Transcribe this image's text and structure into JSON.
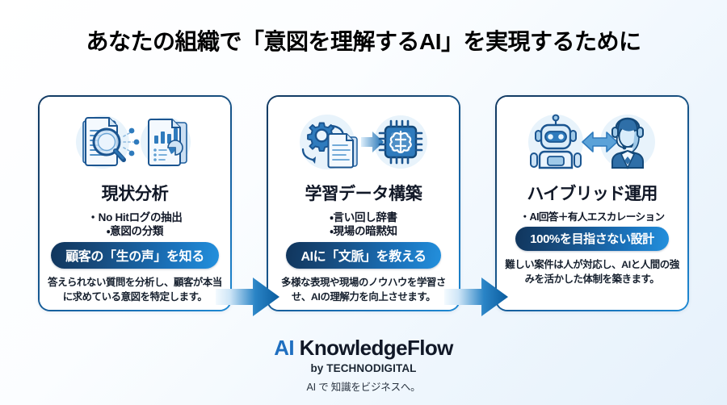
{
  "page": {
    "title": "あなたの組織で「意図を理解するAI」を実現するために",
    "bg_light": "#ffffff",
    "bg_tint": "#e6f1fb"
  },
  "flow": {
    "arrow1_name": "arrow-step1-to-step2",
    "arrow2_name": "arrow-step2-to-step3",
    "arrow_color_start": "#eaf4fc",
    "arrow_color_end": "#0a66a8"
  },
  "cards": [
    {
      "id": "step1",
      "icon": "document-magnifier-chart-icon",
      "heading": "現状分析",
      "bullets": [
        "・No Hitログの抽出",
        "・意図の分類"
      ],
      "pill": "顧客の「生の声」を知る",
      "description": "答えられない質問を分析し、顧客が本当に求めている意図を特定します。"
    },
    {
      "id": "step2",
      "icon": "gear-document-to-ai-chip-icon",
      "heading": "学習データ構築",
      "bullets": [
        "・言い回し辞書",
        "・現場の暗黙知"
      ],
      "pill": "AIに「文脈」を教える",
      "description": "多様な表現や現場のノウハウを学習させ、AIの理解力を向上させます。"
    },
    {
      "id": "step3",
      "icon": "robot-human-agent-icon",
      "heading": "ハイブリッド運用",
      "bullets": [
        "・AI回答＋有人エスカレーション"
      ],
      "pill": "100%を目指さない設計",
      "description": "難しい案件は人が対応し、AIと人間の強みを活かした体制を築きます。"
    }
  ],
  "footer": {
    "logo_ai": "AI",
    "logo_rest": " KnowledgeFlow",
    "byline": "by TECHNODIGITAL",
    "tagline": "AI で 知識をビジネスへ。",
    "accent_color": "#1f6fc0"
  }
}
